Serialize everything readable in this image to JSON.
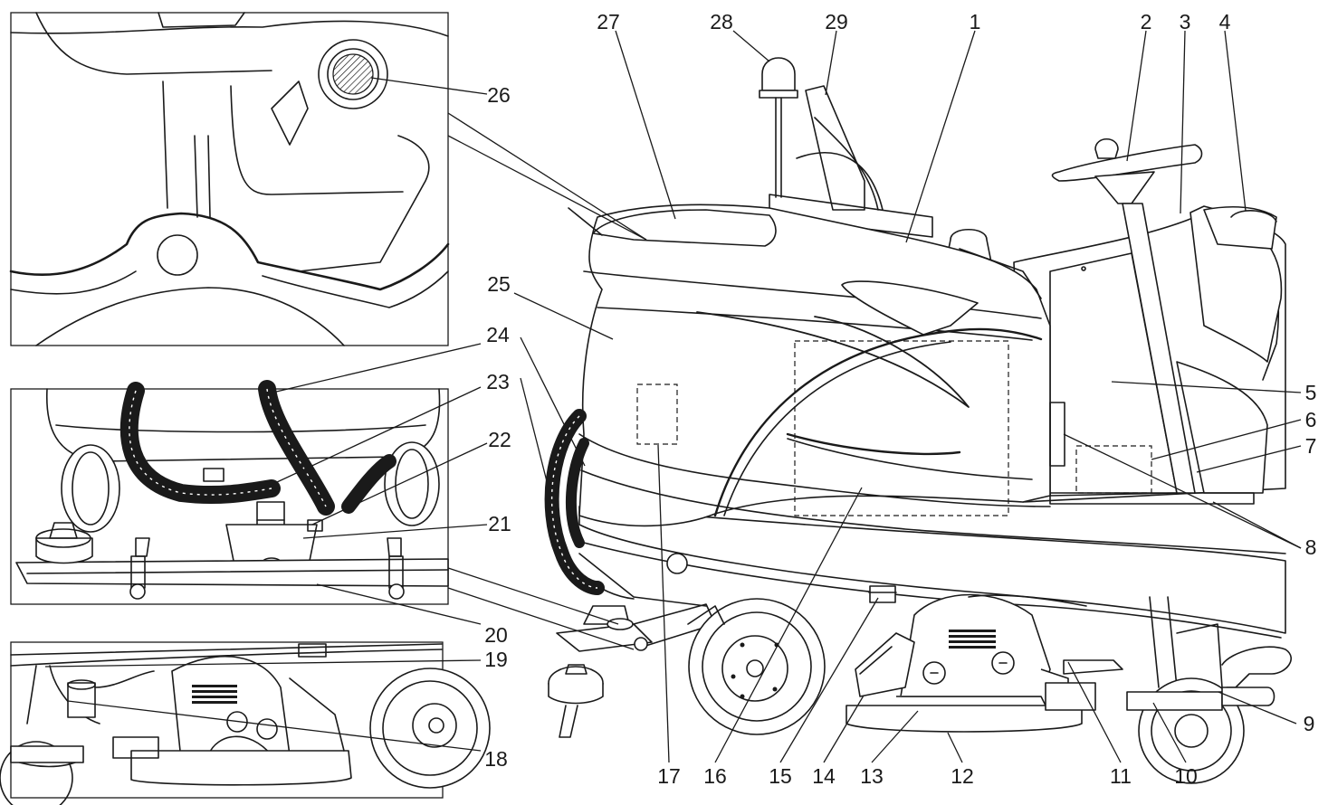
{
  "diagram": {
    "callouts": [
      {
        "id": "c1",
        "text": "1"
      },
      {
        "id": "c2",
        "text": "2"
      },
      {
        "id": "c3",
        "text": "3"
      },
      {
        "id": "c4",
        "text": "4"
      },
      {
        "id": "c5",
        "text": "5"
      },
      {
        "id": "c6",
        "text": "6"
      },
      {
        "id": "c7",
        "text": "7"
      },
      {
        "id": "c8",
        "text": "8"
      },
      {
        "id": "c9",
        "text": "9"
      },
      {
        "id": "c10",
        "text": "10"
      },
      {
        "id": "c11",
        "text": "11"
      },
      {
        "id": "c12",
        "text": "12"
      },
      {
        "id": "c13",
        "text": "13"
      },
      {
        "id": "c14",
        "text": "14"
      },
      {
        "id": "c15",
        "text": "15"
      },
      {
        "id": "c16",
        "text": "16"
      },
      {
        "id": "c17",
        "text": "17"
      },
      {
        "id": "c18",
        "text": "18"
      },
      {
        "id": "c19",
        "text": "19"
      },
      {
        "id": "c20",
        "text": "20"
      },
      {
        "id": "c21",
        "text": "21"
      },
      {
        "id": "c22",
        "text": "22"
      },
      {
        "id": "c23",
        "text": "23"
      },
      {
        "id": "c24",
        "text": "24"
      },
      {
        "id": "c25",
        "text": "25"
      },
      {
        "id": "c26",
        "text": "26"
      },
      {
        "id": "c27",
        "text": "27"
      },
      {
        "id": "c28",
        "text": "28"
      },
      {
        "id": "c29",
        "text": "29"
      }
    ],
    "colors": {
      "ink": "#1a1a1a",
      "paper": "#ffffff"
    }
  }
}
